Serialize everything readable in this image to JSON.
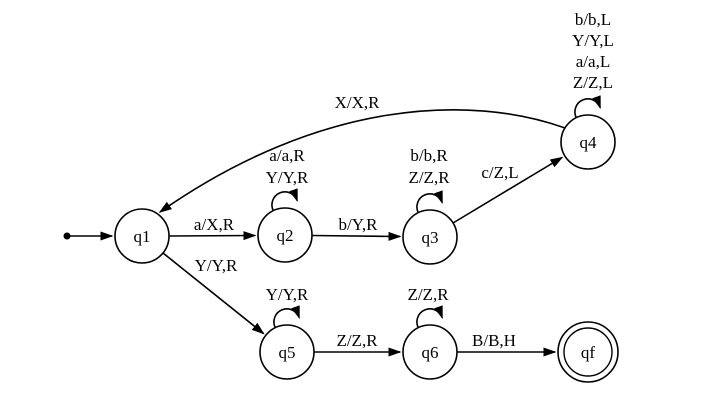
{
  "diagram": {
    "type": "turing-machine-state-diagram",
    "colors": {
      "stroke": "#000000",
      "background": "#ffffff",
      "text": "#000000"
    },
    "states": [
      {
        "id": "q1",
        "label": "q1",
        "start": true,
        "accepting": false
      },
      {
        "id": "q2",
        "label": "q2",
        "start": false,
        "accepting": false
      },
      {
        "id": "q3",
        "label": "q3",
        "start": false,
        "accepting": false
      },
      {
        "id": "q4",
        "label": "q4",
        "start": false,
        "accepting": false
      },
      {
        "id": "q5",
        "label": "q5",
        "start": false,
        "accepting": false
      },
      {
        "id": "q6",
        "label": "q6",
        "start": false,
        "accepting": false
      },
      {
        "id": "qf",
        "label": "qf",
        "start": false,
        "accepting": true
      }
    ],
    "transitions": {
      "q1_q2": {
        "from": "q1",
        "to": "q2",
        "label": "a/X,R"
      },
      "q2_q2": {
        "from": "q2",
        "to": "q2",
        "labels": [
          "a/a,R",
          "Y/Y,R"
        ]
      },
      "q2_q3": {
        "from": "q2",
        "to": "q3",
        "label": "b/Y,R"
      },
      "q3_q3": {
        "from": "q3",
        "to": "q3",
        "labels": [
          "b/b,R",
          "Z/Z,R"
        ]
      },
      "q3_q4": {
        "from": "q3",
        "to": "q4",
        "label": "c/Z,L"
      },
      "q4_q4": {
        "from": "q4",
        "to": "q4",
        "labels": [
          "b/b,L",
          "Y/Y,L",
          "a/a,L",
          "Z/Z,L"
        ]
      },
      "q4_q1": {
        "from": "q4",
        "to": "q1",
        "label": "X/X,R"
      },
      "q1_q5": {
        "from": "q1",
        "to": "q5",
        "label": "Y/Y,R"
      },
      "q5_q5": {
        "from": "q5",
        "to": "q5",
        "label": "Y/Y,R"
      },
      "q5_q6": {
        "from": "q5",
        "to": "q6",
        "label": "Z/Z,R"
      },
      "q6_q6": {
        "from": "q6",
        "to": "q6",
        "label": "Z/Z,R"
      },
      "q6_qf": {
        "from": "q6",
        "to": "qf",
        "label": "B/B,H"
      }
    }
  }
}
